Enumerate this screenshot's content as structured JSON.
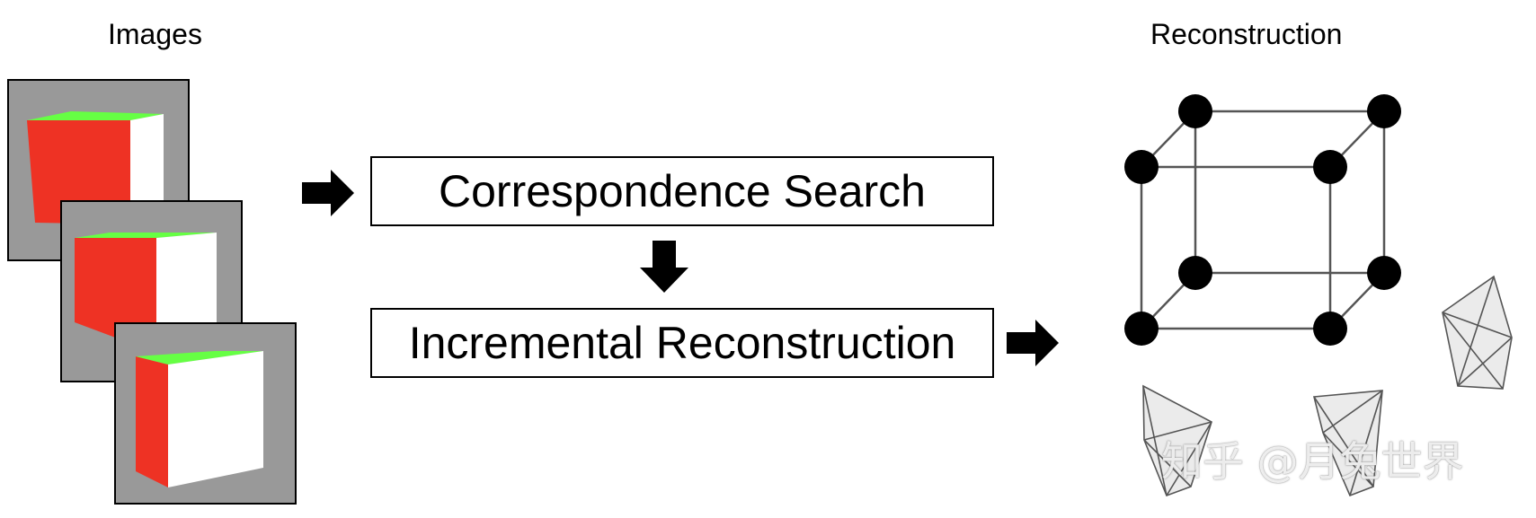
{
  "headings": {
    "images": "Images",
    "reconstruction": "Reconstruction"
  },
  "pipeline": {
    "step1": "Correspondence Search",
    "step2": "Incremental Reconstruction"
  },
  "watermark": "知乎 @月兔世界",
  "colors": {
    "cube_front": "#ee3224",
    "cube_top": "#66ff44",
    "cube_side": "#ffffff",
    "image_background": "#999999",
    "camera_fill": "#ebebeb",
    "camera_stroke": "#555555"
  },
  "icons": [
    "right-arrow-icon",
    "down-arrow-icon",
    "camera-frustum-icon"
  ]
}
